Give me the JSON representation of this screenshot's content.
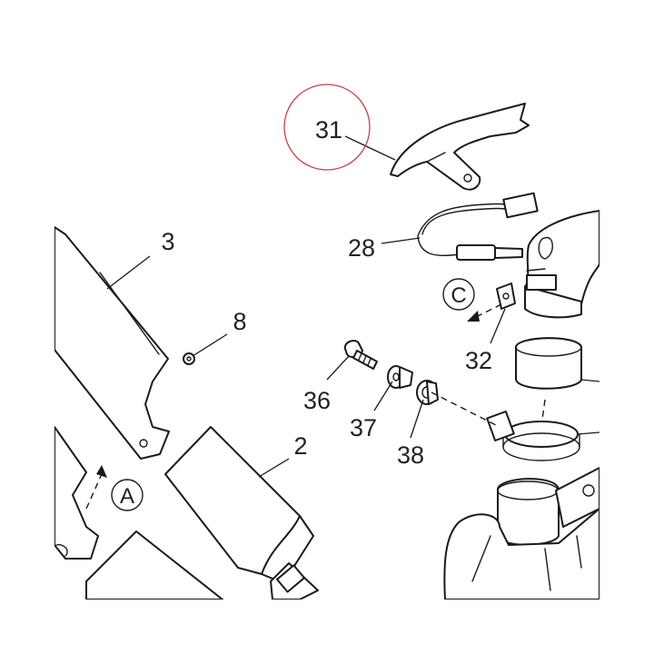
{
  "callouts": {
    "c31": "31",
    "c28": "28",
    "c3": "3",
    "c8": "8",
    "c32": "32",
    "c36": "36",
    "c37": "37",
    "c38": "38",
    "c2": "2"
  },
  "references": {
    "ref_a": "A",
    "ref_c": "C"
  },
  "highlight": {
    "color": "#c8404a",
    "part": "31"
  },
  "line_color": "#1a1a1a"
}
